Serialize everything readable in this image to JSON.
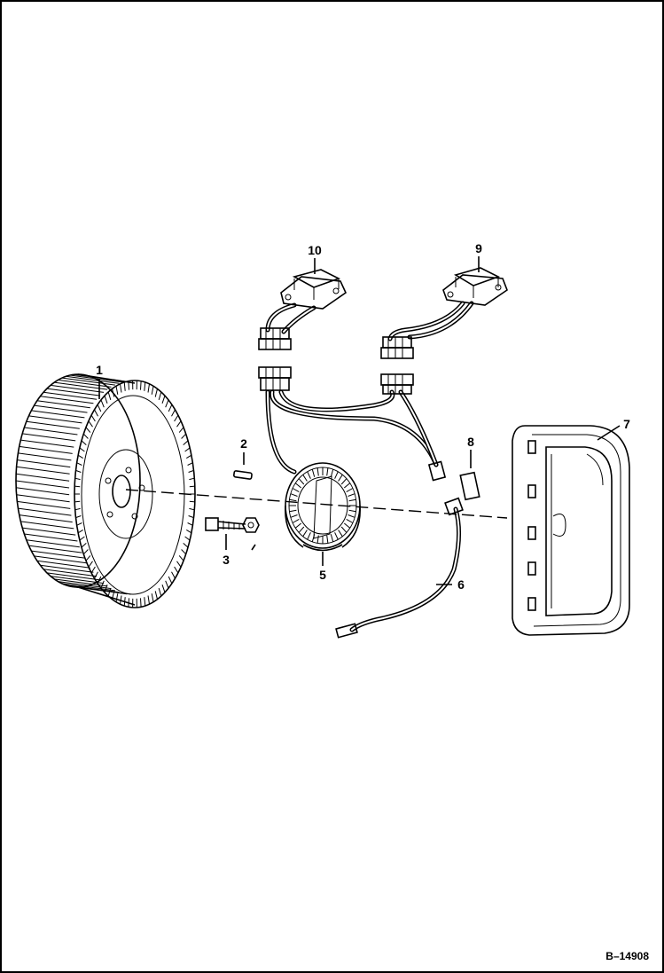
{
  "diagram": {
    "figure_id": "B–14908",
    "callouts": [
      {
        "id": "1",
        "label": "1"
      },
      {
        "id": "2",
        "label": "2"
      },
      {
        "id": "3",
        "label": "3"
      },
      {
        "id": "5",
        "label": "5"
      },
      {
        "id": "6",
        "label": "6"
      },
      {
        "id": "7",
        "label": "7"
      },
      {
        "id": "8",
        "label": "8"
      },
      {
        "id": "9",
        "label": "9"
      },
      {
        "id": "10",
        "label": "10"
      }
    ]
  }
}
